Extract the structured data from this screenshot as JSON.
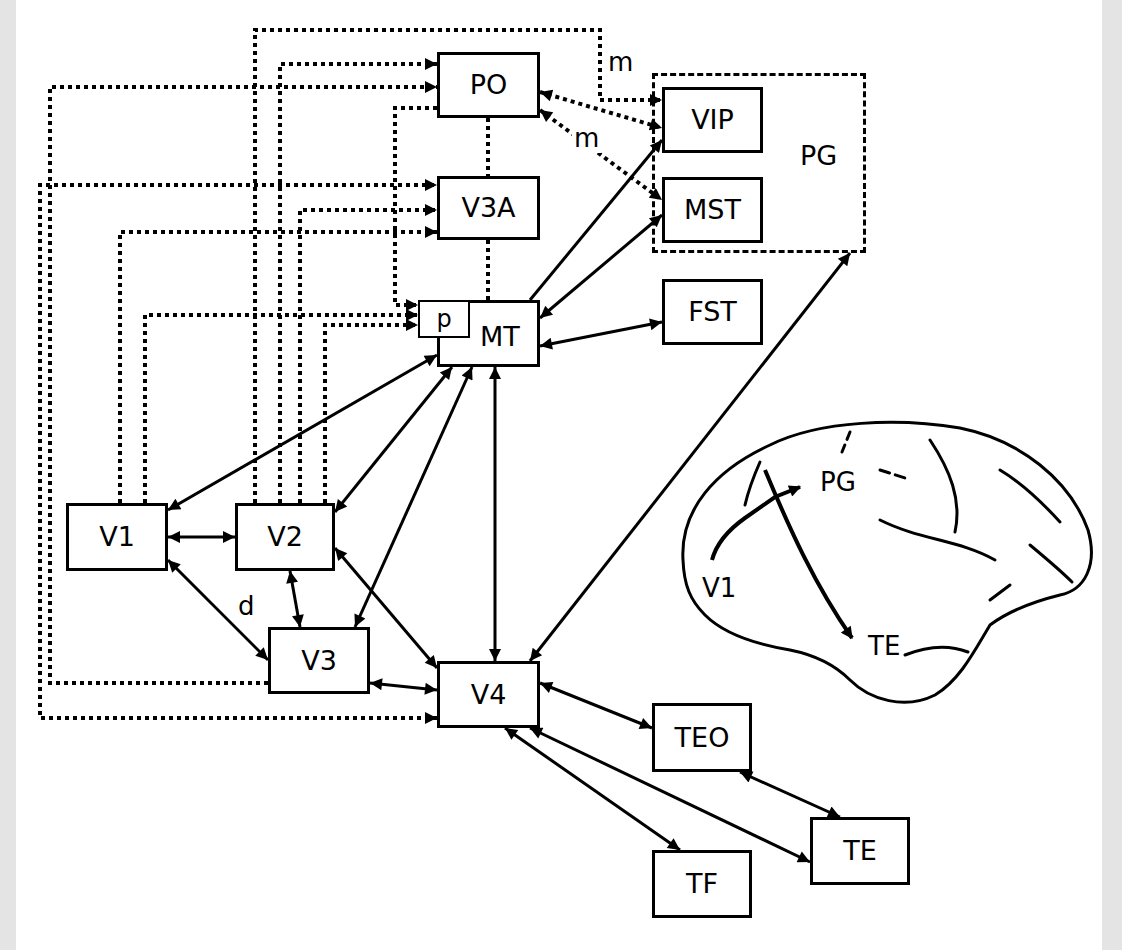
{
  "diagram": {
    "nodes": [
      {
        "text": [
          "PO"
        ]
      },
      {
        "text": [
          "PG"
        ]
      },
      {
        "text": [
          "VIP"
        ],
        "in": 1
      },
      {
        "text": [
          "MST"
        ],
        "in": 1
      },
      {
        "text": [
          "V3A"
        ]
      },
      {
        "text": [
          "MT"
        ]
      },
      {
        "text": [
          "p"
        ],
        "in": 5
      },
      {
        "text": [
          "FST"
        ]
      },
      {
        "text": [
          "V1"
        ]
      },
      {
        "text": [
          "V2"
        ]
      },
      {
        "text": [
          "V3"
        ]
      },
      {
        "text": [
          "V4"
        ]
      },
      {
        "text": [
          "TEO"
        ]
      },
      {
        "text": [
          "TE"
        ]
      },
      {
        "text": [
          "TF"
        ]
      }
    ],
    "edges": [
      {
        "from": 8,
        "to": 9,
        "arrow": "both"
      },
      {
        "from": 8,
        "to": 10,
        "label": "d",
        "arrow": "both"
      },
      {
        "from": 8,
        "to": 5,
        "arrow": "both"
      },
      {
        "from": 9,
        "to": 5,
        "arrow": "both"
      },
      {
        "from": 9,
        "to": 10,
        "arrow": "both"
      },
      {
        "from": 9,
        "to": 11,
        "arrow": "both"
      },
      {
        "from": 10,
        "to": 5,
        "arrow": "both"
      },
      {
        "from": 10,
        "to": 11,
        "arrow": "both"
      },
      {
        "from": 5,
        "to": 11,
        "arrow": "both"
      },
      {
        "from": 5,
        "to": 2,
        "arrow": "to"
      },
      {
        "from": 5,
        "to": 3,
        "arrow": "both"
      },
      {
        "from": 5,
        "to": 7,
        "arrow": "both"
      },
      {
        "from": 11,
        "to": 1,
        "arrow": "both"
      },
      {
        "from": 11,
        "to": 12,
        "arrow": "both"
      },
      {
        "from": 11,
        "to": 13,
        "arrow": "both"
      },
      {
        "from": 11,
        "to": 14,
        "arrow": "both"
      },
      {
        "from": 12,
        "to": 13,
        "arrow": "both"
      },
      {
        "from": 10,
        "to": 0,
        "arrow": "to"
      },
      {
        "from": 9,
        "to": 0,
        "arrow": "to"
      },
      {
        "from": 9,
        "to": 2,
        "label": "m",
        "arrow": "to"
      },
      {
        "from": 0,
        "to": 2,
        "arrow": "both"
      },
      {
        "from": 0,
        "to": 3,
        "label": "m",
        "arrow": "both"
      },
      {
        "from": 8,
        "to": 4,
        "arrow": "to"
      },
      {
        "from": 9,
        "to": 4,
        "arrow": "to"
      },
      {
        "from": 11,
        "to": 4,
        "arrow": "both"
      },
      {
        "from": 8,
        "to": 6,
        "arrow": "to"
      },
      {
        "from": 9,
        "to": 6,
        "arrow": "to"
      },
      {
        "from": 0,
        "to": 6,
        "arrow": "to"
      },
      {
        "from": 0,
        "to": 4,
        "arrow": "none"
      },
      {
        "from": 4,
        "to": 5,
        "arrow": "none"
      }
    ],
    "labels": [
      "PG",
      "V1",
      "TE"
    ]
  }
}
